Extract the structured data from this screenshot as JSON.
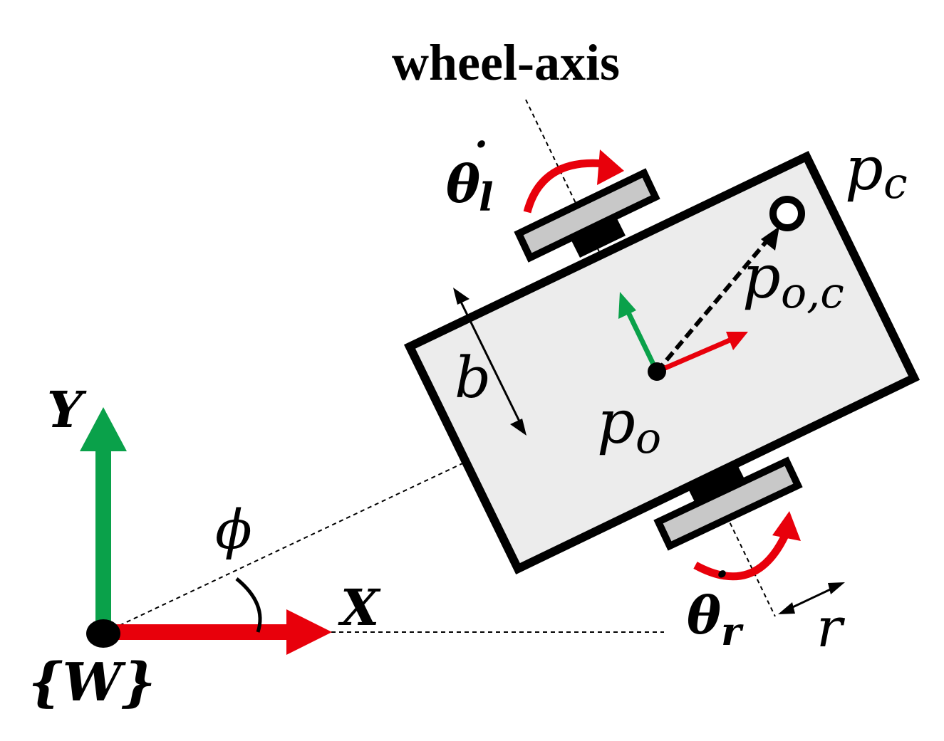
{
  "title": "wheel-axis",
  "labels": {
    "theta_l_base": "θ",
    "theta_l_sub": "l",
    "theta_r_base": "θ",
    "theta_r_sub": "r",
    "dot": "˙",
    "p_c_base": "p",
    "p_c_sub": "c",
    "p_oc_base": "p",
    "p_oc_sub": "o,c",
    "p_o_base": "p",
    "p_o_sub": "o",
    "b": "b",
    "phi": "ϕ",
    "y_axis": "Y",
    "x_axis": "X",
    "world_frame": "{W}",
    "r": "r"
  },
  "colors": {
    "x_axis": "#e8000b",
    "y_axis": "#0aa14a",
    "robot_body_fill": "#ececec",
    "wheel_fill": "#c8c8c8",
    "stroke": "#000000"
  }
}
